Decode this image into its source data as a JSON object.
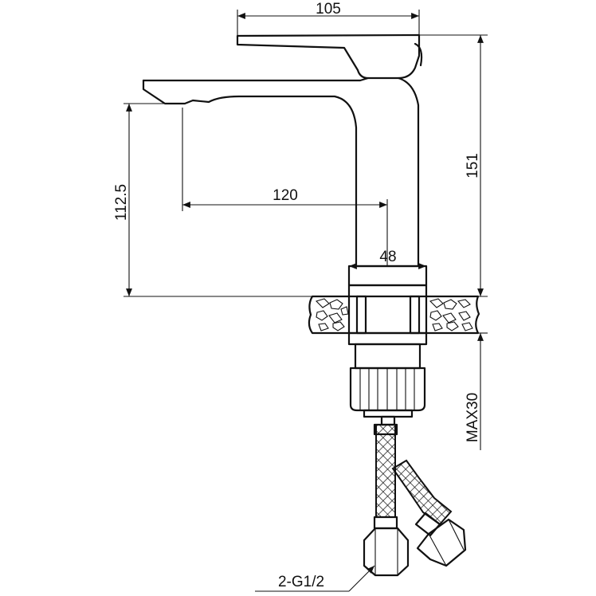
{
  "drawing": {
    "subject": "faucet",
    "dimensions": {
      "top_width": "105",
      "height_total": "151",
      "spout_height": "112.5",
      "spout_reach": "120",
      "base_diameter": "48",
      "max_deck_thickness": "MAX30",
      "hose_connection": "2-G1/2"
    }
  }
}
